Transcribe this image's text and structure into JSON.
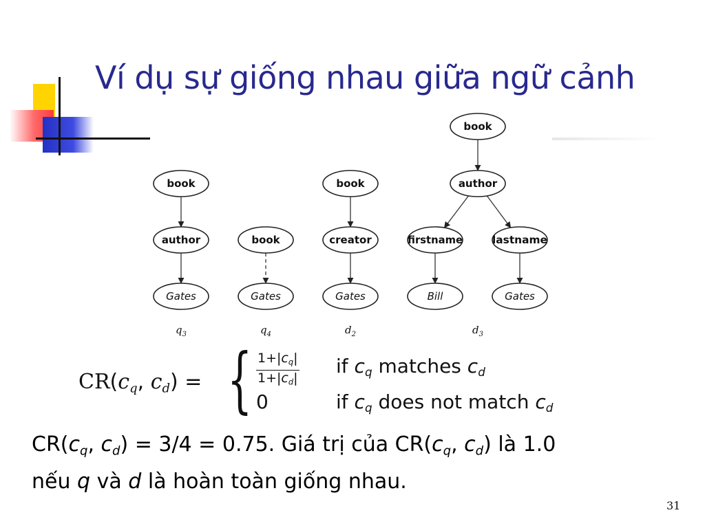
{
  "slide": {
    "title": "Ví dụ sự giống nhau giữa ngữ cảnh",
    "page_number": "31"
  },
  "trees": [
    {
      "name": "q3",
      "label_base": "q",
      "label_sub": "3",
      "nodes": [
        {
          "id": "q3-book",
          "text": "book",
          "type": "element"
        },
        {
          "id": "q3-author",
          "text": "author",
          "type": "element"
        },
        {
          "id": "q3-gates",
          "text": "Gates",
          "type": "value"
        }
      ],
      "edges": [
        [
          "q3-book",
          "q3-author",
          "solid"
        ],
        [
          "q3-author",
          "q3-gates",
          "solid"
        ]
      ]
    },
    {
      "name": "q4",
      "label_base": "q",
      "label_sub": "4",
      "nodes": [
        {
          "id": "q4-book",
          "text": "book",
          "type": "element"
        },
        {
          "id": "q4-gates",
          "text": "Gates",
          "type": "value"
        }
      ],
      "edges": [
        [
          "q4-book",
          "q4-gates",
          "dashed"
        ]
      ]
    },
    {
      "name": "d2",
      "label_base": "d",
      "label_sub": "2",
      "nodes": [
        {
          "id": "d2-book",
          "text": "book",
          "type": "element"
        },
        {
          "id": "d2-creator",
          "text": "creator",
          "type": "element"
        },
        {
          "id": "d2-gates",
          "text": "Gates",
          "type": "value"
        }
      ],
      "edges": [
        [
          "d2-book",
          "d2-creator",
          "solid"
        ],
        [
          "d2-creator",
          "d2-gates",
          "solid"
        ]
      ]
    },
    {
      "name": "d3",
      "label_base": "d",
      "label_sub": "3",
      "nodes": [
        {
          "id": "d3-book",
          "text": "book",
          "type": "element"
        },
        {
          "id": "d3-author",
          "text": "author",
          "type": "element"
        },
        {
          "id": "d3-firstname",
          "text": "firstname",
          "type": "element"
        },
        {
          "id": "d3-lastname",
          "text": "lastname",
          "type": "element"
        },
        {
          "id": "d3-bill",
          "text": "Bill",
          "type": "value"
        },
        {
          "id": "d3-gates",
          "text": "Gates",
          "type": "value"
        }
      ],
      "edges": [
        [
          "d3-book",
          "d3-author",
          "solid"
        ],
        [
          "d3-author",
          "d3-firstname",
          "solid"
        ],
        [
          "d3-author",
          "d3-lastname",
          "solid"
        ],
        [
          "d3-firstname",
          "d3-bill",
          "solid"
        ],
        [
          "d3-lastname",
          "d3-gates",
          "solid"
        ]
      ]
    }
  ],
  "formula": {
    "lhs_cr": "CR",
    "lhs_c": "c",
    "sub_q": "q",
    "sub_d": "d",
    "frac_one_plus": "1+|",
    "frac_bar": "|",
    "case_zero": "0",
    "if_word": "if",
    "matches_text": "matches",
    "does_not_match_text": "does not match",
    "equals": "="
  },
  "bottom_text": {
    "line1_cr": "CR(",
    "c": "c",
    "q": "q",
    "d": "d",
    "comma": ", ",
    "line1_mid": ") = 3/4 = 0.75. Giá trị của CR(",
    "line1_end": ") là 1.0",
    "line2_start": "nếu ",
    "line2_va": " và ",
    "line2_end": " là hoàn toàn giống nhau."
  }
}
